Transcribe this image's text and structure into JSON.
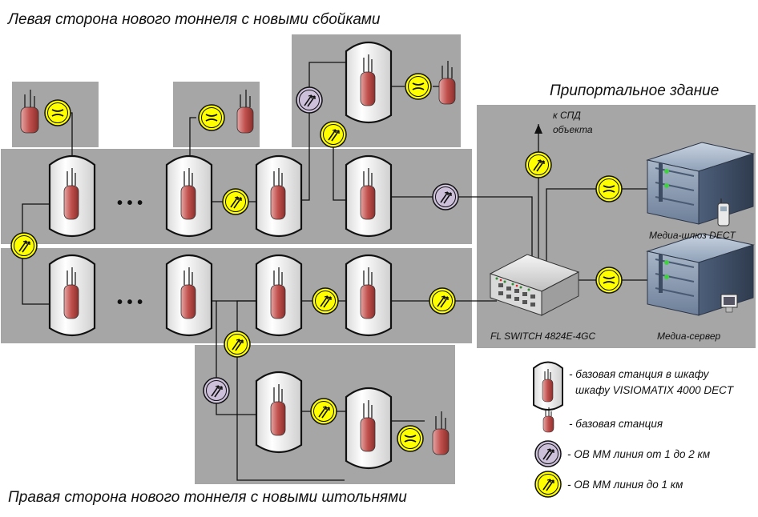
{
  "titles": {
    "left_side": "Левая сторона нового тоннеля с новыми сбойками",
    "right_side": "Правая сторона нового тоннеля с новыми штольнями",
    "portal_building": "Припортальное здание"
  },
  "labels": {
    "spd": "к СПД",
    "spd_object": "объекта",
    "media_gateway": "Медиа-шлюз DECT",
    "media_server": "Медиа-сервер",
    "switch": "FL SWITCH 4824E-4GC",
    "ellipsis": "• • •"
  },
  "legend": {
    "cabinet_line1": "- базовая станция в шкафу",
    "cabinet_line2": "шкафу VISIOMATIX 4000 DECT",
    "station": "- базовая станция",
    "fiber_long": "- ОВ ММ линия от 1 до 2 км",
    "fiber_short": "- ОВ ММ линия до 1 км"
  },
  "colors": {
    "zone": "#a6a6a6",
    "cabinet_fill": "#f4f4f4",
    "station": "#c0504d",
    "converter_yellow": "#ffff00",
    "converter_violet": "#ccc0da",
    "server": "#8497b0"
  },
  "icons": {
    "cabinet": "dect-cabinet-icon",
    "station": "base-station-icon",
    "converter": "media-converter-icon",
    "switch": "network-switch-icon",
    "server": "server-rack-icon",
    "phone": "dect-phone-icon",
    "monitor": "monitor-icon"
  }
}
